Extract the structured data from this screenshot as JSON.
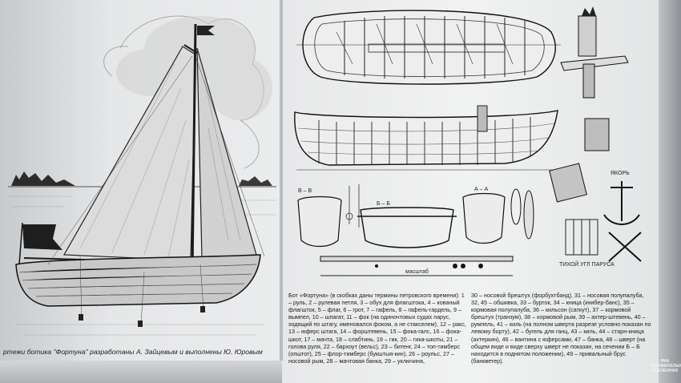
{
  "caption_left": "ртежи ботика \"Фортуна\" разработаны А. Зайцевым и выполнены Ю. Юровым",
  "legend_col1": "Бот «Фортуна» (в скобках даны термины петровского времени): 1 – руль, 2 – рулевая петля, 3 – обух для флагштока, 4 – кованый флагшток, 5 – флаг, 6 – грот, 7 – гафель, 8 – гафель-гардель, 9 – вымпел, 10 – шпагат, 11 – фок (на одиночтовых судах парус, ходящий по штагу, именовался фоком, а не стакселем), 12 – ракс, 13 – юферс штага, 14 – форштевень, 15 – фока-галс, 16 – фока-шкот, 17 – мачта, 18 – слабтинь, 19 – гик, 20 – гика-шкоты, 21 – голова руля, 22 – бархоут (вельс), 23 – битенг, 24 – топ-тимберс (општот), 25 – флор-тимберс (букштыя-кин), 26 – роульс, 27 – носовой рым, 28 – мачтовая банка, 29 – уключина,",
  "legend_col2": "30 – носовой брештух (форбухтбанд), 31 – носовая полупалуба, 32, 45 – обшивка, 33 – бурток, 34 – кница (книбер-банс), 35 – кормовая полупалуба, 36 – кильсон (саткут), 37 – кормовой брештух (транзум), 38 – кормовой рым, 39 – ахтер-штевень, 40 – румпель, 41 – киль (на полном шверта разрезе условно показан по левому борту), 42 – бугель для ганц, 43 – киль, 44 – старн-кница (ахтеркин), 46 – вантина с юферсами, 47 – банка, 48 – шверт (на общем виде и виде сверху шверт не показан, на сечении Б – Б находится в поднятом положении), 49 – привальный брус (банкветер).",
  "section_labels": {
    "bb": "Б – Б",
    "vv": "В – В",
    "aa": "А – А",
    "anchor": "ЯКОРЬ",
    "detail": "ТИХОЙ УГЛ ПАРУСА",
    "scale": "масштаб"
  },
  "watermark": "РИА ЗАНИМАТЕЛЬНАЯ ВСЕЛЕННАЯ"
}
